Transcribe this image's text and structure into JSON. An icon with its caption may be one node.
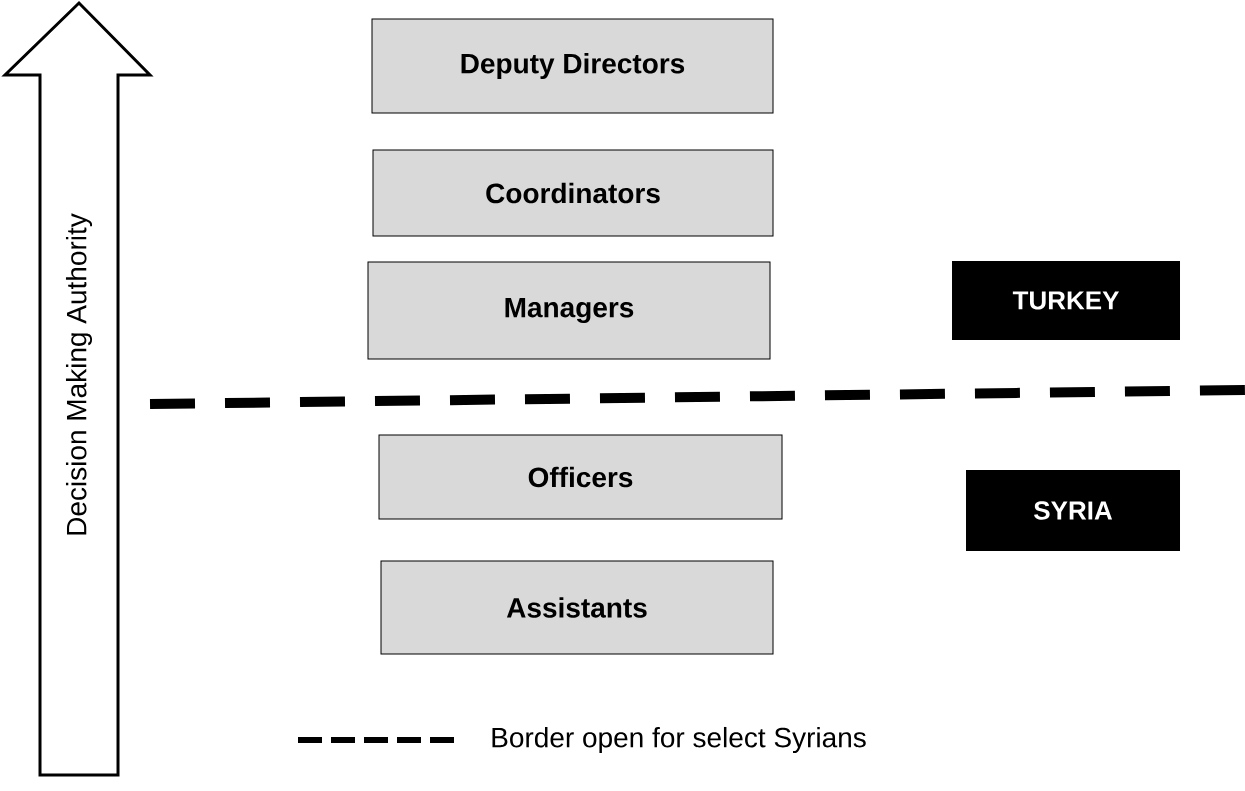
{
  "diagram": {
    "nodes": [
      {
        "text": [
          "Decision Making Authority"
        ]
      },
      {
        "text": [
          "Deputy Directors"
        ]
      },
      {
        "text": [
          "Coordinators"
        ]
      },
      {
        "text": [
          "Managers"
        ]
      },
      {
        "text": [
          "Officers"
        ]
      },
      {
        "text": [
          "Assistants"
        ]
      },
      {
        "text": [
          "TURKEY"
        ]
      },
      {
        "text": [
          "SYRIA"
        ]
      }
    ],
    "legend": [
      {
        "text": "Border open for select Syrians"
      }
    ]
  }
}
